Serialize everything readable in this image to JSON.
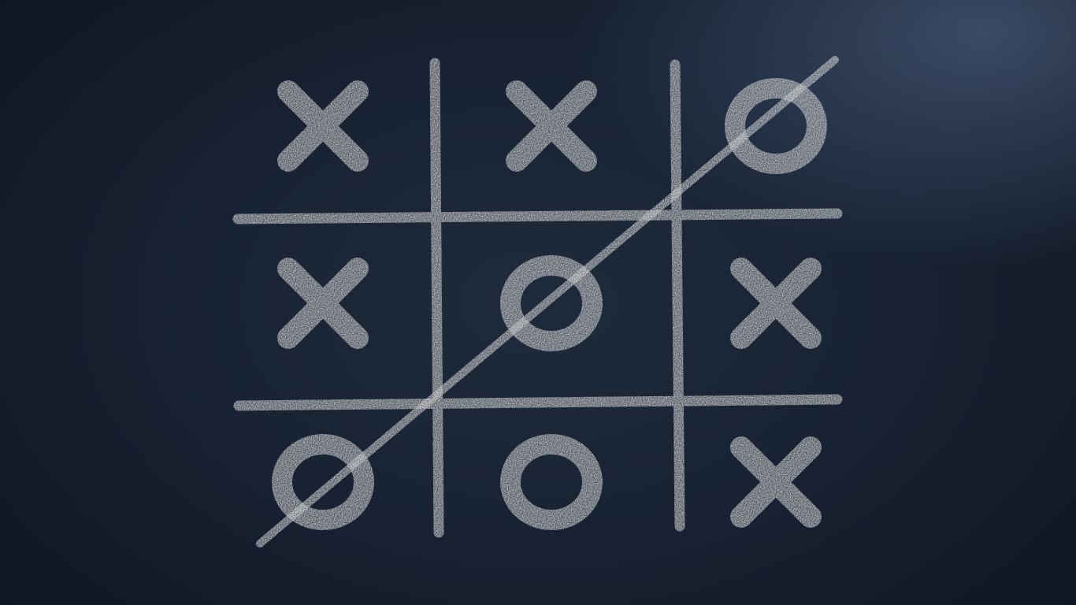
{
  "game": {
    "type": "tic-tac-toe",
    "surface": "chalkboard",
    "board": [
      [
        "X",
        "X",
        "O"
      ],
      [
        "X",
        "O",
        "X"
      ],
      [
        "O",
        "O",
        "X"
      ]
    ],
    "winner": "O",
    "winning_line": "anti-diagonal",
    "winning_cells": [
      [
        0,
        2
      ],
      [
        1,
        1
      ],
      [
        2,
        0
      ]
    ]
  },
  "colors": {
    "chalk": "#cfcfcf",
    "board_dark": "#121a27",
    "board_mid": "#1f2b3c",
    "board_highlight": "#5a7396"
  }
}
